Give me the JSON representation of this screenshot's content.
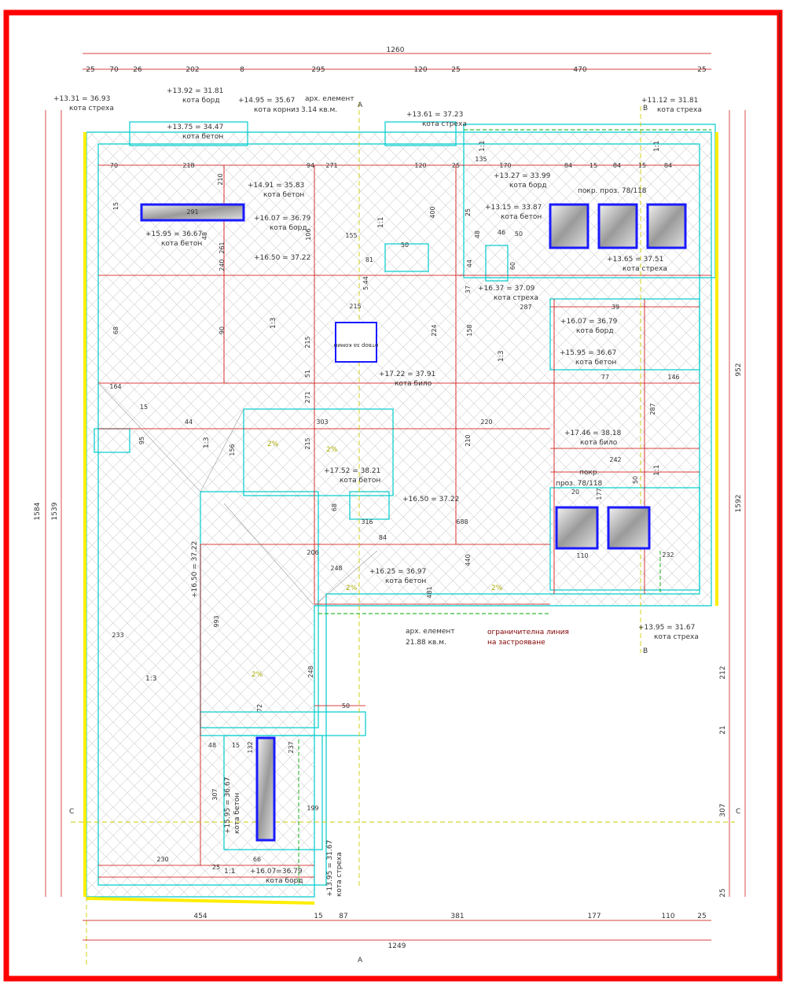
{
  "colors": {
    "frame": "#ff0000",
    "dimension": "#cc0000",
    "wall_outline": "#00cccc",
    "level_mark": "#ffd700",
    "edge_highlight": "#ffee00",
    "window": "#1a1aff",
    "hatch": "#bbbbbb",
    "text": "#333333",
    "green_line": "#00aa00"
  },
  "dimensions_top": [
    "25",
    "70",
    "26",
    "202",
    "8",
    "295",
    "120",
    "25",
    "470",
    "25"
  ],
  "overall_top": "1260",
  "dimensions_bottom": [
    "454",
    "15",
    "87",
    "381",
    "177",
    "110",
    "25"
  ],
  "overall_bottom": "1249",
  "dimensions_left": [
    "1584",
    "1539"
  ],
  "dimensions_right": [
    "952",
    "1592",
    "212",
    "21",
    "307",
    "25"
  ],
  "section_markers": [
    "A",
    "A",
    "B",
    "B",
    "C",
    "C"
  ],
  "level_labels": [
    {
      "value": "+13.31 = 36.93",
      "desc": "кота стреха"
    },
    {
      "value": "+13.92 = 31.81",
      "desc": "кота борд"
    },
    {
      "value": "+14.95 = 35.67",
      "desc": "кота корниз"
    },
    {
      "value": "+13.75 = 34.47",
      "desc": "кота бетон"
    },
    {
      "value": "+13.61 = 37.23",
      "desc": "кота стреха"
    },
    {
      "value": "+11.12 = 31.81",
      "desc": "кота стреха"
    },
    {
      "value": "+14.91 = 35.83",
      "desc": "кота бетон"
    },
    {
      "value": "+16.07 = 36.79",
      "desc": "кота борд"
    },
    {
      "value": "+15.95 = 36.67",
      "desc": "кота бетон"
    },
    {
      "value": "+16.50 = 37.22",
      "desc": ""
    },
    {
      "value": "+13.27 = 33.99",
      "desc": "кота борд"
    },
    {
      "value": "+13.15 = 33.87",
      "desc": "кота бетон"
    },
    {
      "value": "+13.65 = 37.51",
      "desc": "кота стреха"
    },
    {
      "value": "+16.37 = 37.09",
      "desc": "кота стреха"
    },
    {
      "value": "+16.07 = 36.79",
      "desc": "кота борд"
    },
    {
      "value": "+15.95 = 36.67",
      "desc": "кота бетон"
    },
    {
      "value": "+17.22 = 37.91",
      "desc": "кота било"
    },
    {
      "value": "+17.46 = 38.18",
      "desc": "кота било"
    },
    {
      "value": "+17.52 = 38.21",
      "desc": "кота бетон"
    },
    {
      "value": "+16.50 = 37.22",
      "desc": ""
    },
    {
      "value": "+16.25 = 36.97",
      "desc": "кота бетон"
    },
    {
      "value": "+16.50 = 37.22",
      "desc": ""
    },
    {
      "value": "+15.95 = 36.67",
      "desc": "кота бетон"
    },
    {
      "value": "+16.07=36.79",
      "desc": "кота борд"
    },
    {
      "value": "+13.95 = 31.67",
      "desc": "кота стреха"
    },
    {
      "value": "+13.95 = 31.67",
      "desc": "кота стреха"
    }
  ],
  "notes": {
    "arch_top": "арх. елемент",
    "arch_top_area": "3.14  кв.м.",
    "arch_bottom": "арх. елемент",
    "arch_bottom_area": "21.88  кв.м.",
    "restriction_line_1": "ограничителна линия",
    "restriction_line_2": "на застрояване",
    "skylight_1": "покр. прoз. 78/118",
    "skylight_2": "покр.",
    "skylight_2b": "прoз. 78/118",
    "center_label": "отвор за комин",
    "slope_13a": "1:3",
    "slope_13b": "1:3",
    "slope_13c": "1:3",
    "slope_13d": "1:3",
    "slope_11a": "1:1",
    "slope_11b": "1:1",
    "slope_11c": "1:1",
    "slope_11d": "1:1",
    "slope_11e": "1:1",
    "slope_2a": "2%",
    "slope_2b": "2%",
    "slope_2c": "2%",
    "slope_2d": "2%",
    "slope_2e": "2%"
  },
  "inner_dims": [
    "70",
    "218",
    "94",
    "271",
    "120",
    "25",
    "135",
    "170",
    "84",
    "15",
    "84",
    "15",
    "84",
    "15",
    "291",
    "210",
    "106",
    "155",
    "400",
    "261",
    "48",
    "240",
    "50",
    "81",
    "5.44",
    "25",
    "48",
    "46",
    "50",
    "44",
    "37",
    "60",
    "68",
    "215",
    "90",
    "215",
    "224",
    "158",
    "287",
    "39",
    "51",
    "271",
    "303",
    "220",
    "44",
    "95",
    "15",
    "164",
    "156",
    "215",
    "210",
    "77",
    "146",
    "287",
    "242",
    "50",
    "68",
    "316",
    "688",
    "84",
    "20",
    "177",
    "110",
    "232",
    "206",
    "248",
    "440",
    "481",
    "993",
    "233",
    "248",
    "72",
    "50",
    "48",
    "15",
    "132",
    "237",
    "307",
    "199",
    "230",
    "66",
    "25"
  ]
}
